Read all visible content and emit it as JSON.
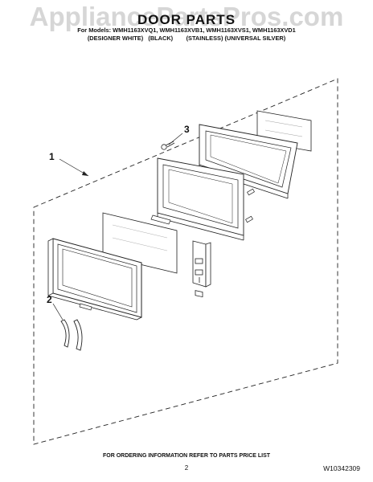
{
  "header": {
    "watermark": "AppliancePartsPros.com",
    "title": "DOOR PARTS",
    "models": "For Models: WMH1163XVQ1, WMH1163XVB1, WMH1163XVS1, WMH1163XVD1",
    "finishes": "(DESIGNER WHITE)   (BLACK)        (STAINLESS) (UNIVERSAL SILVER)"
  },
  "callouts": [
    "1",
    "2",
    "3"
  ],
  "footer": {
    "ordering_info": "FOR ORDERING INFORMATION REFER TO PARTS PRICE LIST",
    "page_number": "2",
    "document_number": "W10342309"
  }
}
